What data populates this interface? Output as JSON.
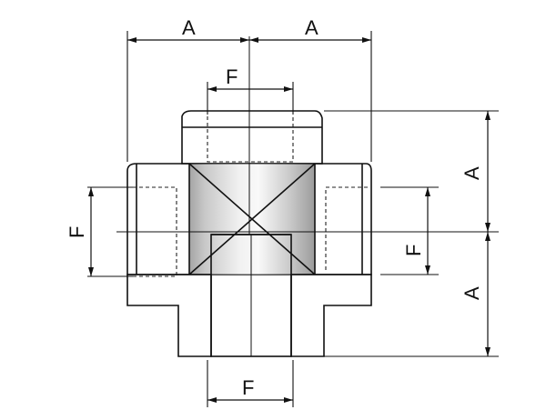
{
  "diagram": {
    "labels": {
      "top_left_a": "A",
      "top_right_a": "A",
      "top_f": "F",
      "left_f": "F",
      "right_upper_a": "A",
      "right_f": "F",
      "right_lower_a": "A",
      "bottom_f": "F"
    }
  }
}
